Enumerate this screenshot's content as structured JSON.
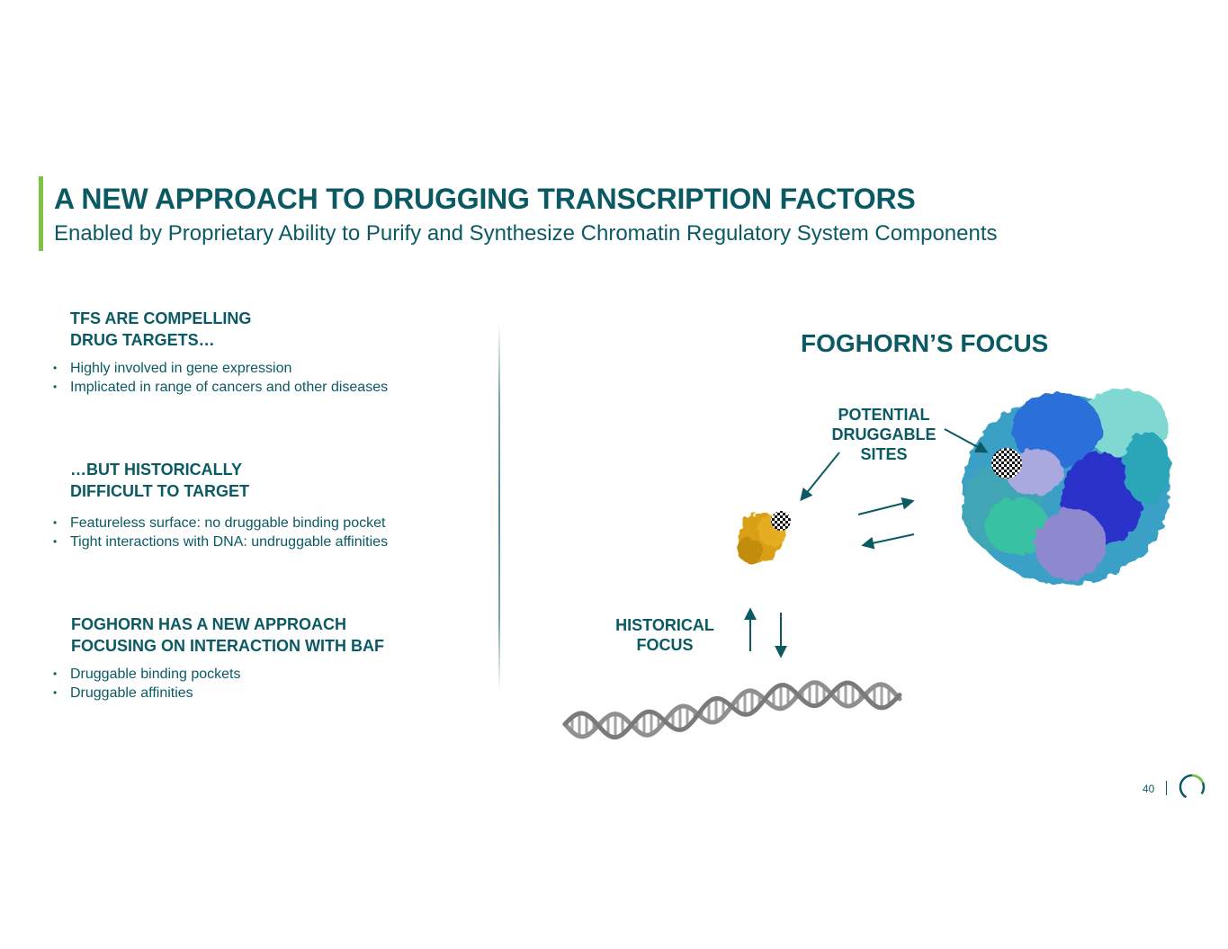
{
  "header": {
    "title": "A NEW APPROACH TO DRUGGING TRANSCRIPTION FACTORS",
    "subtitle": "Enabled by Proprietary Ability to Purify and Synthesize Chromatin Regulatory System Components"
  },
  "sections": [
    {
      "heading_lines": [
        "TFS ARE COMPELLING",
        "DRUG TARGETS…"
      ],
      "bullets": [
        "Highly involved in gene expression",
        "Implicated in range of cancers and other diseases"
      ]
    },
    {
      "heading_lines": [
        "…BUT HISTORICALLY",
        "DIFFICULT TO TARGET"
      ],
      "bullets": [
        "Featureless surface: no druggable binding pocket",
        "Tight interactions with DNA: undruggable affinities"
      ]
    },
    {
      "heading_lines": [
        "FOGHORN HAS A NEW APPROACH",
        "FOCUSING ON INTERACTION WITH BAF"
      ],
      "bullets": [
        "Druggable binding pockets",
        "Druggable affinities"
      ]
    }
  ],
  "bullet_glyph": "•",
  "diagram": {
    "focus_title": "FOGHORN’S FOCUS",
    "potential_sites_lines": [
      "POTENTIAL",
      "DRUGGABLE",
      "SITES"
    ],
    "historical_focus_lines": [
      "HISTORICAL",
      "FOCUS"
    ],
    "icons": [
      "transcription-factor-protein",
      "baf-complex-protein",
      "dna-double-helix",
      "checkered-binding-site"
    ]
  },
  "footer": {
    "page_number": "40"
  },
  "colors": {
    "primary": "#0b5a63",
    "accent": "#7dc242",
    "tf_protein": "#d9a015",
    "dna": "#8f8f8f"
  }
}
